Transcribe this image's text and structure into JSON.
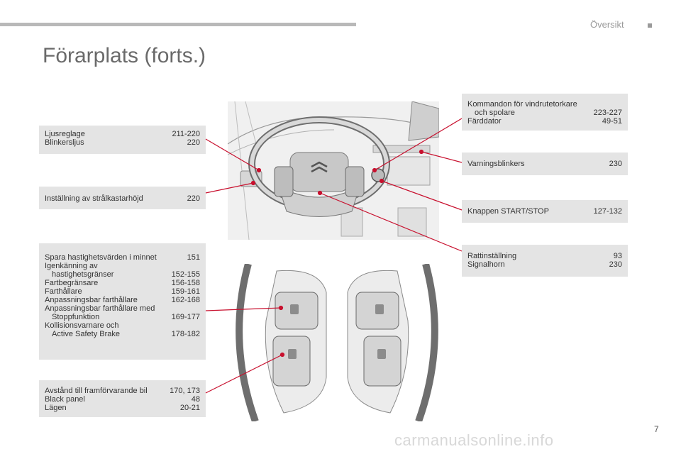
{
  "header": {
    "section": "Översikt"
  },
  "title": "Förarplats (forts.)",
  "page_number": "7",
  "footer": "carmanualsonline.info",
  "left_boxes": [
    {
      "rows": [
        {
          "label": "Ljusreglage",
          "page": "211-220"
        },
        {
          "label": "Blinkersljus",
          "page": "220"
        }
      ]
    },
    {
      "rows": [
        {
          "label": "Inställning av strålkastarhöjd",
          "page": "220"
        }
      ]
    },
    {
      "rows": [
        {
          "label": "Spara hastighetsvärden i minnet",
          "page": "151"
        },
        {
          "label": "Igenkänning av",
          "page": ""
        },
        {
          "label": "hastighetsgränser",
          "page": "152-155",
          "indent": true
        },
        {
          "label": "Fartbegränsare",
          "page": "156-158"
        },
        {
          "label": "Farthållare",
          "page": "159-161"
        },
        {
          "label": "Anpassningsbar farthållare",
          "page": "162-168"
        },
        {
          "label": "Anpassningsbar farthållare med",
          "page": ""
        },
        {
          "label": "Stoppfunktion",
          "page": "169-177",
          "indent": true
        },
        {
          "label": "Kollisionsvarnare och",
          "page": ""
        },
        {
          "label": "Active Safety Brake",
          "page": "178-182",
          "indent": true
        }
      ]
    },
    {
      "rows": [
        {
          "label": "Avstånd till framförvarande bil",
          "page": "170, 173"
        },
        {
          "label": "Black panel",
          "page": "48"
        },
        {
          "label": "Lägen",
          "page": "20-21"
        }
      ]
    }
  ],
  "right_boxes": [
    {
      "rows": [
        {
          "label": "Kommandon för vindrutetorkare",
          "page": ""
        },
        {
          "label": "och spolare",
          "page": "223-227",
          "indent": true
        },
        {
          "label": "Färddator",
          "page": "49-51"
        }
      ]
    },
    {
      "rows": [
        {
          "label": "Varningsblinkers",
          "page": "230"
        }
      ]
    },
    {
      "rows": [
        {
          "label": "Knappen START/STOP",
          "page": "127-132"
        }
      ]
    },
    {
      "rows": [
        {
          "label": "Rattinställning",
          "page": "93"
        },
        {
          "label": "Signalhorn",
          "page": "230"
        }
      ]
    }
  ],
  "colors": {
    "callout_line": "#c8102e",
    "box_bg": "#e4e4e4",
    "title": "#6a6a6a"
  }
}
